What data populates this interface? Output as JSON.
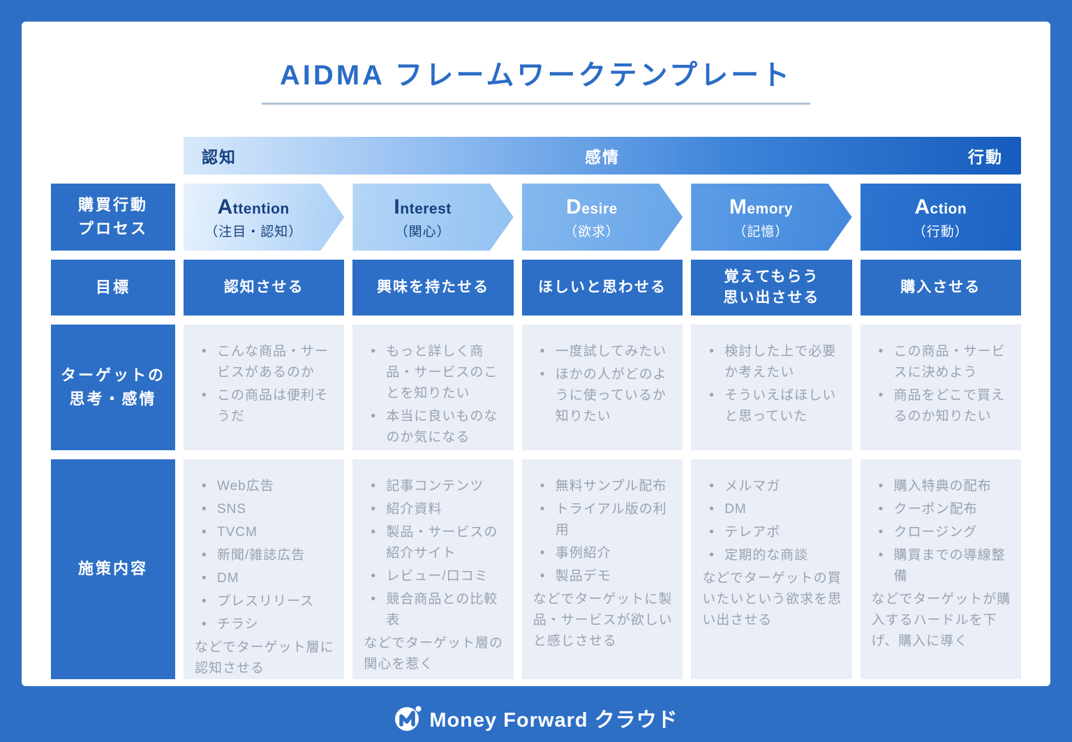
{
  "title": "AIDMA フレームワークテンプレート",
  "stage_bar": {
    "awareness": "認知",
    "emotion": "感情",
    "action": "行動"
  },
  "row_headers": {
    "process_line1": "購買行動",
    "process_line2": "プロセス",
    "goal": "目標",
    "thoughts_line1": "ターゲットの",
    "thoughts_line2": "思考・感情",
    "measures": "施策内容"
  },
  "columns": [
    {
      "initial": "A",
      "rest": "ttention",
      "jp": "（注目・認知）",
      "goal": "認知させる",
      "thoughts": [
        "こんな商品・サービスがあるのか",
        "この商品は便利そうだ"
      ],
      "measures": [
        "Web広告",
        "SNS",
        "TVCM",
        "新聞/雑誌広告",
        "DM",
        "プレスリリース",
        "チラシ"
      ],
      "note": "などでターゲット層に認知させる"
    },
    {
      "initial": "I",
      "rest": "nterest",
      "jp": "（関心）",
      "goal": "興味を持たせる",
      "thoughts": [
        "もっと詳しく商品・サービスのことを知りたい",
        "本当に良いものなのか気になる"
      ],
      "measures": [
        "記事コンテンツ",
        "紹介資料",
        "製品・サービスの紹介サイト",
        "レビュー/口コミ",
        "競合商品との比較表"
      ],
      "note": "などでターゲット層の関心を惹く"
    },
    {
      "initial": "D",
      "rest": "esire",
      "jp": "（欲求）",
      "goal": "ほしいと思わせる",
      "thoughts": [
        "一度試してみたい",
        "ほかの人がどのように使っているか知りたい"
      ],
      "measures": [
        "無料サンプル配布",
        "トライアル版の利用",
        "事例紹介",
        "製品デモ"
      ],
      "note": "などでターゲットに製品・サービスが欲しいと感じさせる"
    },
    {
      "initial": "M",
      "rest": "emory",
      "jp": "（記憶）",
      "goal1": "覚えてもらう",
      "goal2": "思い出させる",
      "thoughts": [
        "検討した上で必要か考えたい",
        "そういえばほしいと思っていた"
      ],
      "measures": [
        "メルマガ",
        "DM",
        "テレアポ",
        "定期的な商談"
      ],
      "note": "などでターゲットの買いたいという欲求を思い出させる"
    },
    {
      "initial": "A",
      "rest": "ction",
      "jp": "（行動）",
      "goal": "購入させる",
      "thoughts": [
        "この商品・サービスに決めよう",
        "商品をどこで買えるのか知りたい"
      ],
      "measures": [
        "購入特典の配布",
        "クーポン配布",
        "クロージング",
        "購買までの導線整備"
      ],
      "note": "などでターゲットが購入するハードルを下げ、購入に導く"
    }
  ],
  "footer": {
    "brand": "Money Forward クラウド"
  },
  "colors": {
    "frame_blue": "#2e6fc6",
    "header_blue": "#2d6fc6",
    "cell_bg": "#e9eef7",
    "cell_text": "#9aa2b2",
    "title_blue": "#2a6cc6",
    "arrow_navy_text": "#173f7c",
    "arrow_fills": [
      "#c8def9",
      "#a3cbf4",
      "#76afeb",
      "#4e92e0",
      "#2470cd"
    ]
  }
}
